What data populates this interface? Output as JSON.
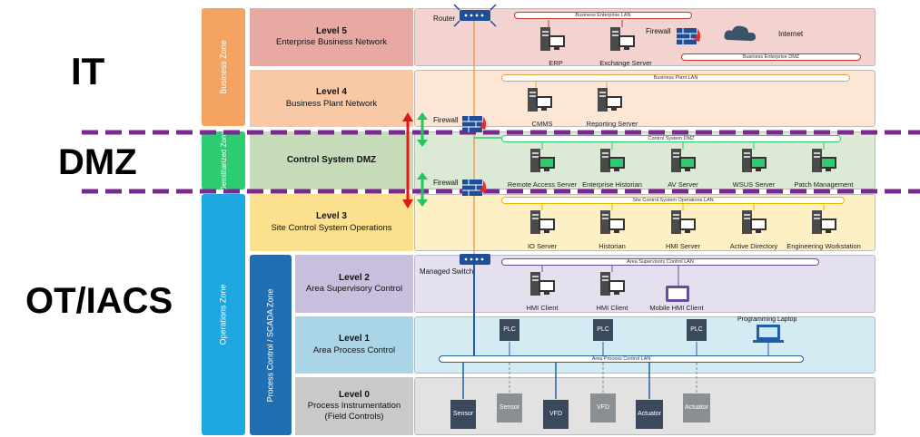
{
  "big_labels": {
    "it": "IT",
    "dmz": "DMZ",
    "ot": "OT/IACS"
  },
  "zones": {
    "business": "Business Zone",
    "dmz": "Demilitarized Zone",
    "operations": "Operations Zone",
    "scada": "Process Control / SCADA Zone"
  },
  "levels": {
    "l5": {
      "title": "Level 5",
      "name": "Enterprise Business Network"
    },
    "l4": {
      "title": "Level 4",
      "name": "Business Plant Network"
    },
    "dmz": {
      "title": "Control System DMZ"
    },
    "l3": {
      "title": "Level 3",
      "name": "Site Control System Operations"
    },
    "l2": {
      "title": "Level 2",
      "name": "Area Supervisory Control"
    },
    "l1": {
      "title": "Level 1",
      "name": "Area Process Control"
    },
    "l0": {
      "title": "Level 0",
      "name": "Process Instrumentation",
      "sub": "(Field Controls)"
    }
  },
  "lans": {
    "l5": "Business Enterprise LAN",
    "l5dmz": "Business Enterprise DMZ",
    "l4": "Business Plant LAN",
    "dmz": "Control System DMZ",
    "l3": "Site Control System Operations LAN",
    "l2": "Area Supervisory Control LAN",
    "l1": "Area Process Control LAN"
  },
  "network": {
    "router": "Router",
    "firewall5": "Firewall",
    "internet": "Internet",
    "firewall_upper": "Firewall",
    "firewall_lower": "Firewall",
    "managed_switch": "Managed Switch",
    "programming_laptop": "Programming Laptop"
  },
  "devices": {
    "l5": [
      "ERP",
      "Exchange Server"
    ],
    "l4": [
      "CMMS",
      "Reporting Server"
    ],
    "dmz": [
      "Remote Access Server",
      "Enterprise Historian",
      "AV Server",
      "WSUS Server",
      "Patch Management"
    ],
    "l3": [
      "IO Server",
      "Historian",
      "HMI Server",
      "Active Directory",
      "Engineering Workstation"
    ],
    "l2": [
      "HMI Client",
      "HMI Client",
      "Mobile HMI Client"
    ],
    "plc": [
      "PLC",
      "PLC",
      "PLC"
    ],
    "l0": [
      "Sensor",
      "Sensor",
      "VFD",
      "VFD",
      "Actuator",
      "Actuator"
    ]
  },
  "colors": {
    "business_zone": "#f4a460",
    "dmz_zone": "#2ecc71",
    "operations_zone": "#1ea7e1",
    "scada_zone": "#1f6fb2",
    "dmz_divider": "#7a2a8f",
    "arrow_red": "#e01818",
    "arrow_green": "#22c55e"
  }
}
